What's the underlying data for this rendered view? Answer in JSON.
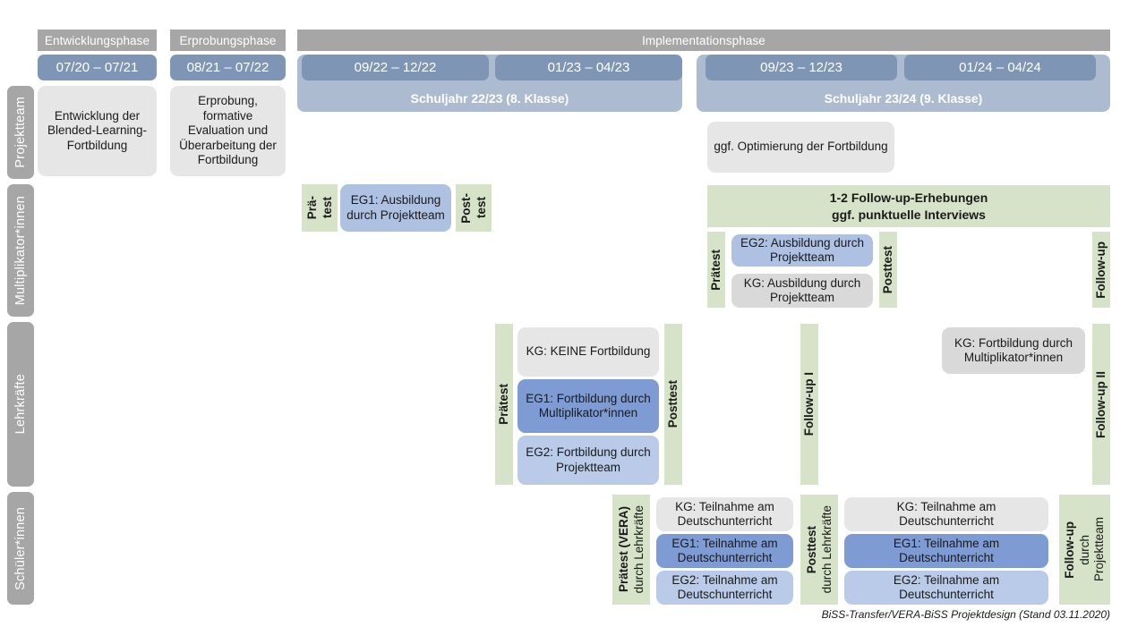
{
  "diagram": {
    "title_footer": "BiSS-Transfer/VERA-BiSS Projektdesign (Stand 03.11.2020)",
    "colors": {
      "phase_header_grey": "#a6a6a6",
      "period_blue": "#7f95b5",
      "schoolyear_blue": "#adbbd1",
      "green": "#d6e3c8",
      "card_grey": "#e6e6e6",
      "eg1_blue": "#7f9bd4",
      "eg2_blue": "#b9cbe8",
      "mid_blue": "#aec1e3"
    }
  },
  "phases": [
    {
      "label": "Entwicklungsphase"
    },
    {
      "label": "Erprobungsphase"
    },
    {
      "label": "Implementationsphase"
    }
  ],
  "periods": [
    {
      "label": "07/20 – 07/21"
    },
    {
      "label": "08/21 – 07/22"
    },
    {
      "label": "09/22 – 12/22"
    },
    {
      "label": "01/23 – 04/23"
    },
    {
      "label": "09/23 – 12/23"
    },
    {
      "label": "01/24 – 04/24"
    }
  ],
  "school_years": [
    {
      "label": "Schuljahr 22/23 (8. Klasse)"
    },
    {
      "label": "Schuljahr 23/24 (9. Klasse)"
    }
  ],
  "rows": [
    {
      "label": "Projektteam"
    },
    {
      "label": "Multiplikator*innen"
    },
    {
      "label": "Lehrkräfte"
    },
    {
      "label": "Schüler*innen"
    }
  ],
  "projektteam": {
    "entwicklung": "Entwicklung der Blended-Learning-Fortbildung",
    "erprobung": "Erprobung, formative Evaluation und Überarbeitung der Fortbildung",
    "optimierung": "ggf. Optimierung der Fortbildung"
  },
  "multiplikator": {
    "praetest_l1": "Prä-",
    "praetest_l2": "test",
    "eg1": "EG1: Ausbildung durch Projektteam",
    "posttest_l1": "Post-",
    "posttest_l2": "test",
    "followup_banner_l1": "1-2 Follow-up-Erhebungen",
    "followup_banner_l2": "ggf. punktuelle Interviews",
    "praetest2": "Prätest",
    "eg2": "EG2: Ausbildung durch Projektteam",
    "kg": "KG: Ausbildung durch Projektteam",
    "posttest2": "Posttest",
    "followup": "Follow-up"
  },
  "lehrkraefte": {
    "praetest": "Prätest",
    "kg": "KG:  KEINE Fortbildung",
    "eg1": "EG1: Fortbildung durch Multiplikator*innen",
    "eg2": "EG2: Fortbildung durch Projektteam",
    "posttest": "Posttest",
    "followup1": "Follow-up I",
    "kg_right": "KG: Fortbildung durch Multiplikator*innen",
    "followup2": "Follow-up II"
  },
  "schueler": {
    "praetest_bold": "Prätest (VERA)",
    "praetest_reg": "durch Lehrkräfte",
    "kg_left": "KG: Teilnahme am Deutschunterricht",
    "eg1_left": "EG1: Teilnahme am Deutschunterricht",
    "eg2_left": "EG2: Teilnahme am Deutschunterricht",
    "posttest_bold": "Posttest",
    "posttest_reg": "durch Lehrkräfte",
    "kg_right": "KG: Teilnahme am Deutschunterricht",
    "eg1_right": "EG1: Teilnahme am Deutschunterricht",
    "eg2_right": "EG2: Teilnahme am Deutschunterricht",
    "followup_bold": "Follow-up",
    "followup_reg1": "durch",
    "followup_reg2": "Projektteam"
  }
}
